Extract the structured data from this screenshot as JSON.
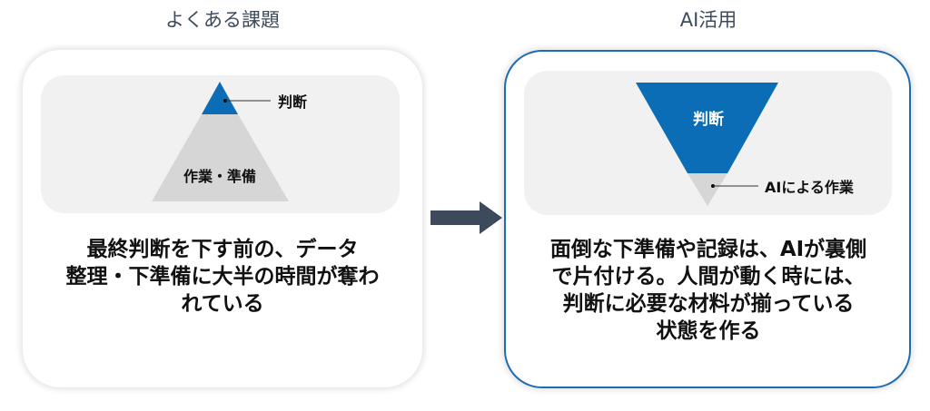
{
  "left": {
    "title": "よくある課題",
    "top_label": "判断",
    "bottom_label": "作業・準備",
    "body": [
      "最終判断を下す前の、データ",
      "整理・下準備に大半の時間が奪わ",
      "れている"
    ]
  },
  "right": {
    "title": "AI活用",
    "top_label": "判断",
    "bottom_label": "AIによる作業",
    "body": [
      "面倒な下準備や記録は、AIが裏側",
      "で片付ける。人間が動く時には、",
      "判断に必要な材料が揃っている",
      "状態を作る"
    ]
  },
  "colors": {
    "accent": "#0a6db5",
    "gray": "#d6d6d6",
    "arrow": "#3d4a5c"
  }
}
